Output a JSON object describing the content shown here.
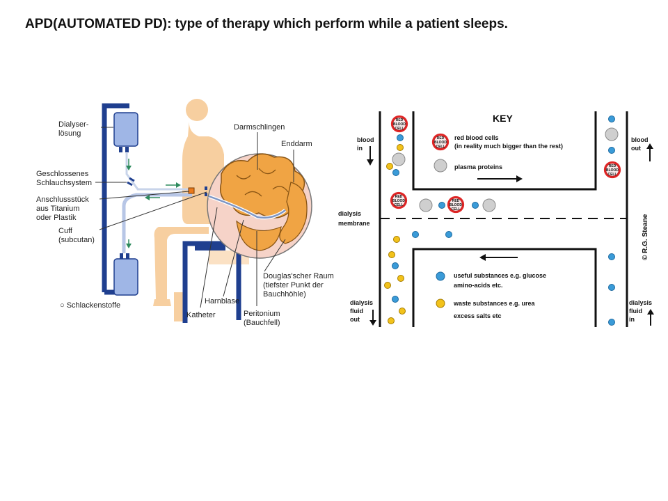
{
  "title": "APD(AUTOMATED PD): type of therapy which perform while a patient sleeps.",
  "left_figure": {
    "dialyser_1": "Dialyser-",
    "dialyser_2": "lösung",
    "closed_1": "Geschlossenes",
    "closed_2": "Schlauchsystem",
    "connector_1": "Anschlussstück",
    "connector_2": "aus Titanium",
    "connector_3": "oder Plastik",
    "cuff_1": "Cuff",
    "cuff_2": "(subcutan)",
    "waste_legend": "○ Schlackenstoffe",
    "intestine": "Darmschlingen",
    "rectum": "Enddarm",
    "douglas_1": "Douglas'scher Raum",
    "douglas_2": "(tiefster Punkt der",
    "douglas_3": "Bauchhöhle)",
    "bladder": "Harnblase",
    "catheter": "Katheter",
    "peritoneum_1": "Peritonium",
    "peritoneum_2": "(Bauchfell)"
  },
  "right_figure": {
    "key_title": "KEY",
    "blood_in_1": "blood",
    "blood_in_2": "in",
    "blood_out_1": "blood",
    "blood_out_2": "out",
    "membrane_1": "dialysis",
    "membrane_2": "membrane",
    "fluid_out_1": "dialysis",
    "fluid_out_2": "fluid",
    "fluid_out_3": "out",
    "fluid_in_1": "dialysis",
    "fluid_in_2": "fluid",
    "fluid_in_3": "in",
    "key_rbc_1": "red blood cells",
    "key_rbc_2": "(in reality much bigger than the rest)",
    "key_plasma": "plasma proteins",
    "key_useful_1": "useful substances e.g. glucose",
    "key_useful_2": "amino-acids etc.",
    "key_waste_1": "waste substances e.g. urea",
    "key_waste_2": "excess salts etc",
    "rbc_text_1": "RED",
    "rbc_text_2": "BLOOD",
    "rbc_text_3": "CELL",
    "copyright": "© R.G. Steane"
  },
  "colors": {
    "pipe": "#1f3f8f",
    "bag": "#9fb6e6",
    "skin": "#f7cfa0",
    "rbc": "#e02626",
    "useful": "#3a9bd8",
    "waste": "#f2c21b"
  }
}
